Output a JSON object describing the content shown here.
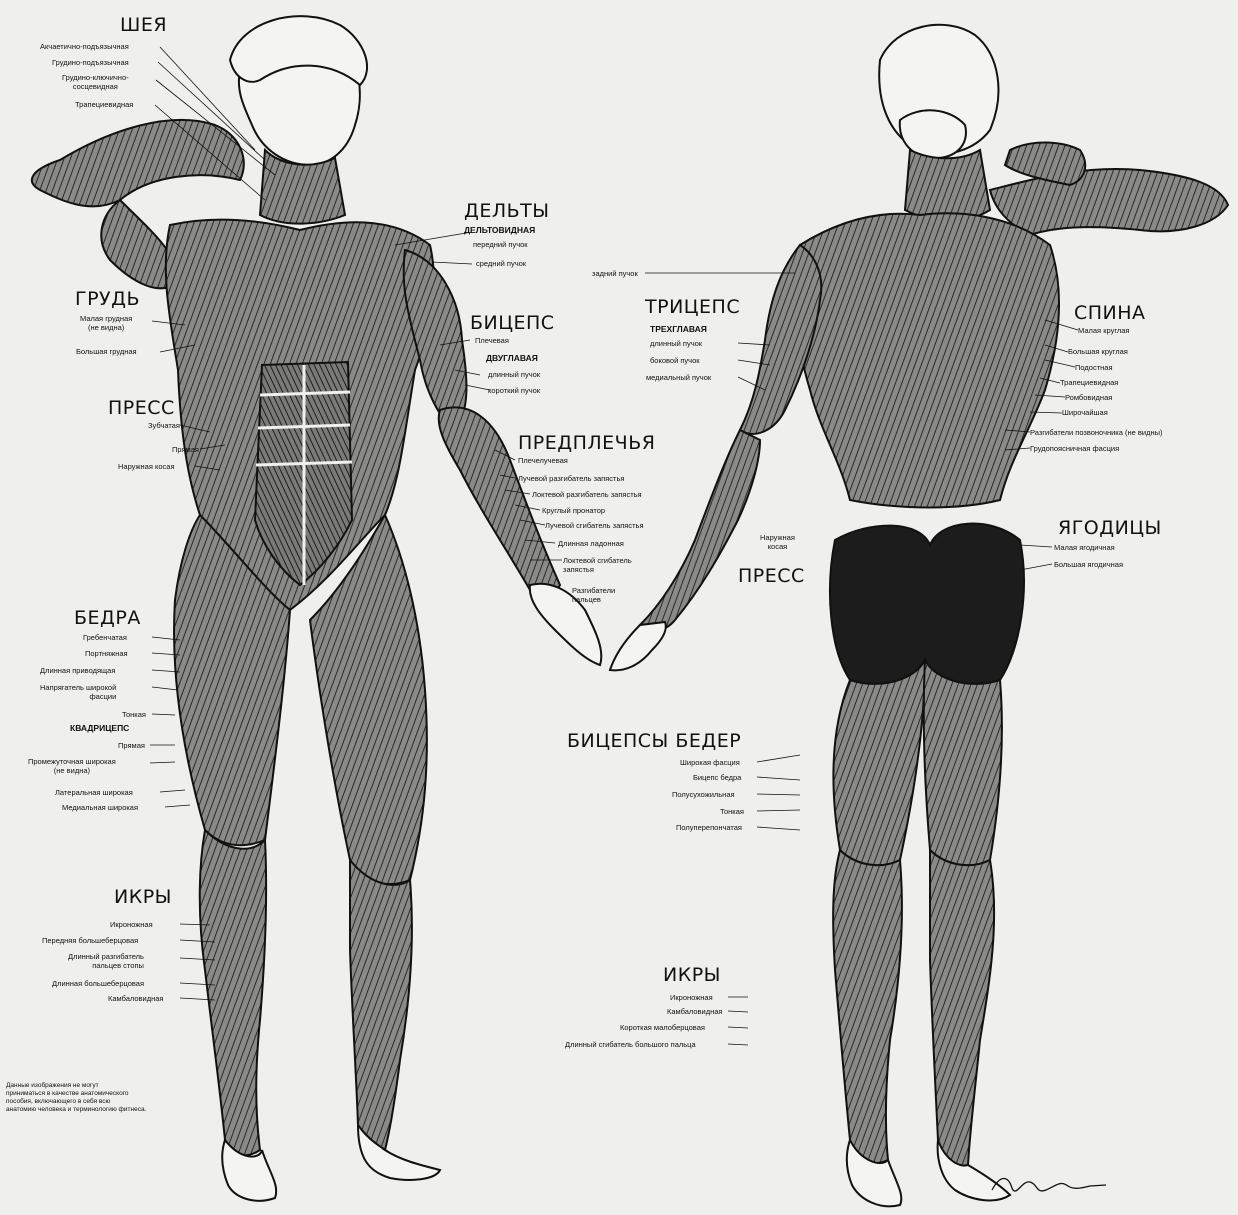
{
  "sections": {
    "neck": "ШЕЯ",
    "deltoids": "ДЕЛЬТЫ",
    "chest": "ГРУДЬ",
    "biceps": "БИЦЕПС",
    "triceps": "ТРИЦЕПС",
    "back": "СПИНА",
    "abs_front": "ПРЕСС",
    "forearms": "ПРЕДПЛЕЧЬЯ",
    "thighs": "БЕДРА",
    "glutes": "ЯГОДИЦЫ",
    "abs_back": "ПРЕСС",
    "hamstrings": "БИЦЕПСЫ БЕДЕР",
    "calves_front": "ИКРЫ",
    "calves_back": "ИКРЫ"
  },
  "subheads": {
    "deltoid": "ДЕЛЬТОВИДНАЯ",
    "biceps": "ДВУГЛАВАЯ",
    "triceps": "ТРЕХГЛАВАЯ",
    "quadriceps": "КВАДРИЦЕПС"
  },
  "labels": {
    "neck_1": "Акчаетично-подъязычная",
    "neck_2": "Грудино-подъязычная",
    "neck_3": "Грудино-ключично-\nсосцевидная",
    "neck_4": "Трапециевидная",
    "delt_front": "передний пучок",
    "delt_middle": "средний пучок",
    "delt_rear": "задний пучок",
    "chest_1": "Малая грудная\n(не видна)",
    "chest_2": "Большая грудная",
    "biceps_1": "Плечевая",
    "biceps_long": "длинный пучок",
    "biceps_short": "короткий пучок",
    "triceps_long": "длинный пучок",
    "triceps_lateral": "боковой пучок",
    "triceps_medial": "медиальный пучок",
    "back_1": "Малая круглая",
    "back_2": "Большая круглая",
    "back_3": "Подостная",
    "back_4": "Трапециевидная",
    "back_5": "Ромбовидная",
    "back_6": "Широчайшая",
    "back_7": "Разгибатели позвоночника (не видны)",
    "back_8": "Грудопоясничная фасция",
    "abs_1": "Зубчатая",
    "abs_2": "Прямая",
    "abs_3": "Наружная косая",
    "fore_1": "Плечелучевая",
    "fore_2": "Лучевой разгибатель запястья",
    "fore_3": "Локтевой разгибатель запястья",
    "fore_4": "Круглый пронатор",
    "fore_5": "Лучевой сгибатель запястья",
    "fore_6": "Длинная ладонная",
    "fore_7": "Локтевой сгибатель\nзапястья",
    "fore_8": "Разгибатели\nпальцев",
    "abs_back_1": "Наружная\nкосая",
    "glutes_1": "Малая ягодичная",
    "glutes_2": "Большая ягодичная",
    "thigh_1": "Гребенчатая",
    "thigh_2": "Портняжная",
    "thigh_3": "Длинная приводящая",
    "thigh_4": "Напрягатель широкой\nфасции",
    "thigh_5": "Тонкая",
    "quad_1": "Прямая",
    "quad_2": "Промежуточная широкая\n(не видна)",
    "quad_3": "Латеральная широкая",
    "quad_4": "Медиальная широкая",
    "ham_1": "Широкая фасция",
    "ham_2": "Бицепс бедра",
    "ham_3": "Полусухожильная",
    "ham_4": "Тонкая",
    "ham_5": "Полуперепончатая",
    "calf_f_1": "Икроножная",
    "calf_f_2": "Передняя большеберцовая",
    "calf_f_3": "Длинный разгибатель\nпальцев стопы",
    "calf_f_4": "Длинная большеберцовая",
    "calf_f_5": "Камбаловидная",
    "calf_b_1": "Икроножная",
    "calf_b_2": "Камбаловидная",
    "calf_b_3": "Короткая малоберцовая",
    "calf_b_4": "Длинный сгибатель большого пальца"
  },
  "note": "Данные изображения не могут\nприниматься в качестве анатомического\nпособия, включающего в себя всю\nанатомию человека и терминологию фитнеса."
}
